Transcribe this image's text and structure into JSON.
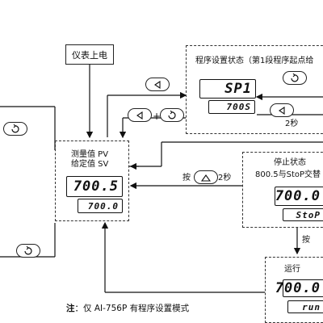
{
  "power_on": "仪表上电",
  "pv_sv_box": {
    "label_pv": "测量值 PV",
    "label_sv": "给定值 SV",
    "display_top": "700.5",
    "display_bottom": "700.0"
  },
  "program_setup_box": {
    "title": "程序设置状态（第1段程序起点给",
    "display_top": "SP1",
    "display_bottom": "700S"
  },
  "stop_box": {
    "title": "停止状态",
    "subtitle": "800.5与StoP交替",
    "display_top": "700.0",
    "display_bottom": "StoP"
  },
  "run_box": {
    "title": "运行",
    "display_top": "700.0",
    "display_bottom": "run"
  },
  "key_labels": {
    "plus": "+",
    "two_seconds": "2秒",
    "press": "按",
    "press_two_seconds": "2秒"
  },
  "note": {
    "prefix": "注",
    "text": "：仅 AI-756P 有程序设置模式"
  },
  "icons": {
    "key_cycle": "cycle-arrow-key",
    "key_left": "left-arrow-key",
    "key_up": "up-triangle-key"
  }
}
